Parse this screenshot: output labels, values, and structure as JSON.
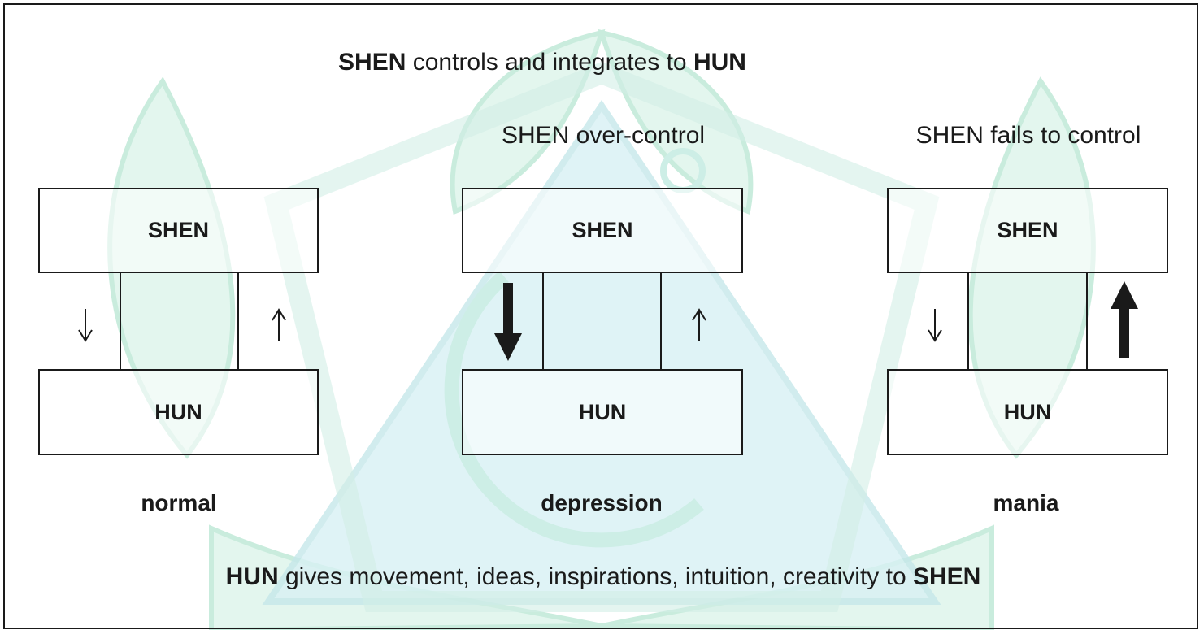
{
  "title": {
    "bold1": "SHEN",
    "text": " controls and integrates to ",
    "bold2": "HUN"
  },
  "footer": {
    "bold1": "HUN",
    "text": " gives movement, ideas, inspirations, intuition, creativity to ",
    "bold2": "SHEN"
  },
  "panels": [
    {
      "heading": "",
      "top_label": "SHEN",
      "bottom_label": "HUN",
      "caption": "normal",
      "down_arrow": "normal",
      "up_arrow": "normal"
    },
    {
      "heading": "SHEN over-control",
      "top_label": "SHEN",
      "bottom_label": "HUN",
      "caption": "depression",
      "down_arrow": "bold",
      "up_arrow": "normal"
    },
    {
      "heading": "SHEN fails to control",
      "top_label": "SHEN",
      "bottom_label": "HUN",
      "caption": "mania",
      "down_arrow": "normal",
      "up_arrow": "bold"
    }
  ],
  "colors": {
    "line": "#1a1a1a",
    "watermark": "#bfe9d9"
  }
}
